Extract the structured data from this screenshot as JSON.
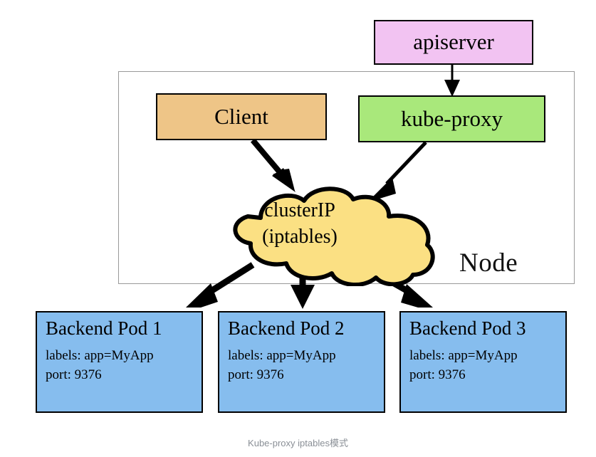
{
  "diagram": {
    "caption": "Kube-proxy iptables模式",
    "node": {
      "label": "Node"
    },
    "nodes": {
      "apiserver": {
        "label": "apiserver",
        "color": "#f2c3f2"
      },
      "client": {
        "label": "Client",
        "color": "#eec587"
      },
      "kube_proxy": {
        "label": "kube-proxy",
        "color": "#a9e87b"
      },
      "cloud": {
        "line1": "clusterIP",
        "line2": "(iptables)",
        "color": "#fbe083"
      }
    },
    "pods": [
      {
        "title": "Backend Pod 1",
        "labels": "labels: app=MyApp",
        "port": "port: 9376",
        "color": "#86bdee"
      },
      {
        "title": "Backend Pod 2",
        "labels": "labels: app=MyApp",
        "port": "port: 9376",
        "color": "#86bdee"
      },
      {
        "title": "Backend Pod 3",
        "labels": "labels: app=MyApp",
        "port": "port: 9376",
        "color": "#86bdee"
      }
    ],
    "edges": [
      {
        "from": "apiserver",
        "to": "kube-proxy",
        "style": "thin-arrow"
      },
      {
        "from": "client",
        "to": "clusterIP",
        "style": "thick-arrow"
      },
      {
        "from": "kube-proxy",
        "to": "clusterIP",
        "style": "thin-arrow"
      },
      {
        "from": "clusterIP",
        "to": "Backend Pod 1",
        "style": "thick-arrow"
      },
      {
        "from": "clusterIP",
        "to": "Backend Pod 2",
        "style": "thick-arrow"
      },
      {
        "from": "clusterIP",
        "to": "Backend Pod 3",
        "style": "thick-arrow"
      }
    ]
  }
}
